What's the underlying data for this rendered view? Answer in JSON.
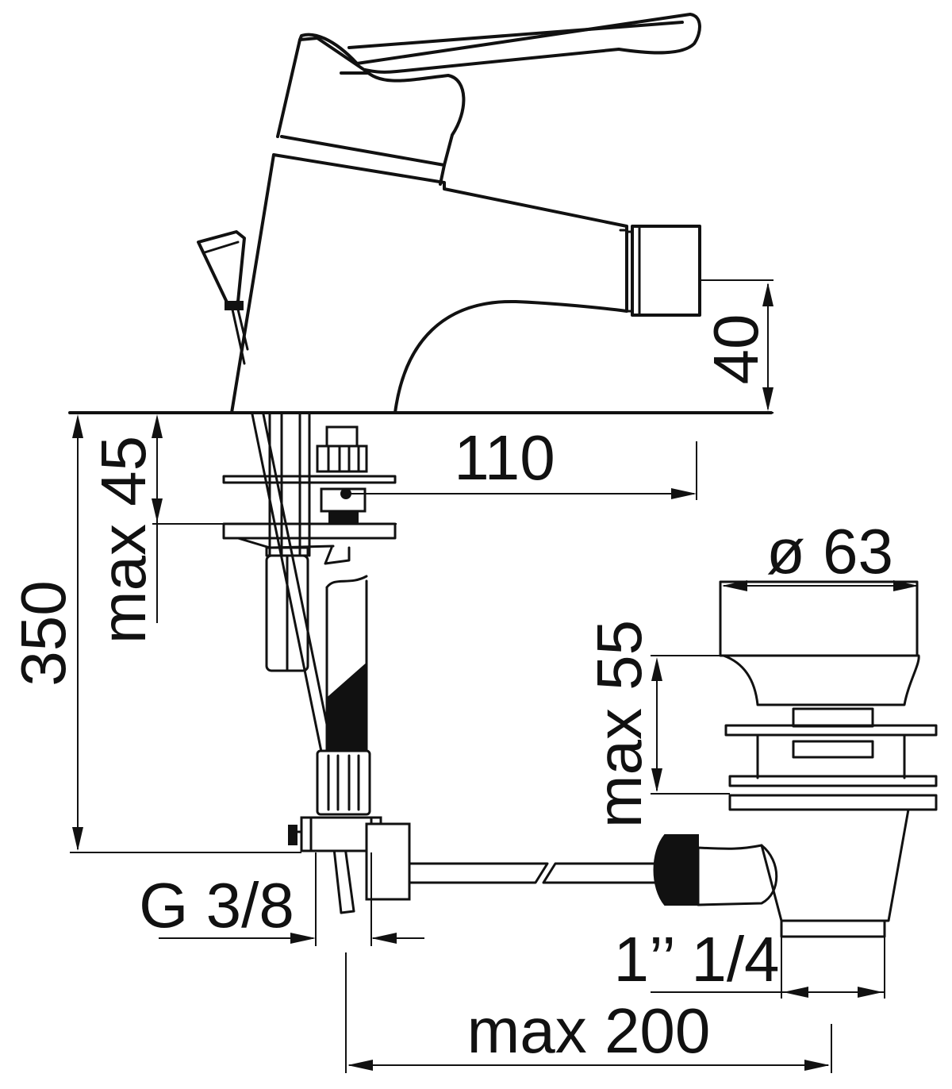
{
  "dimensions": {
    "spout_height": "40",
    "spout_reach": "110",
    "deck_thickness": "max 45",
    "total_height": "350",
    "waste_diameter": "ø 63",
    "waste_height": "max 55",
    "supply_thread": "G 3/8",
    "waste_thread": "1’’ 1/4",
    "rod_length": "max 200"
  },
  "colors": {
    "line": "#111111",
    "background": "#ffffff"
  }
}
